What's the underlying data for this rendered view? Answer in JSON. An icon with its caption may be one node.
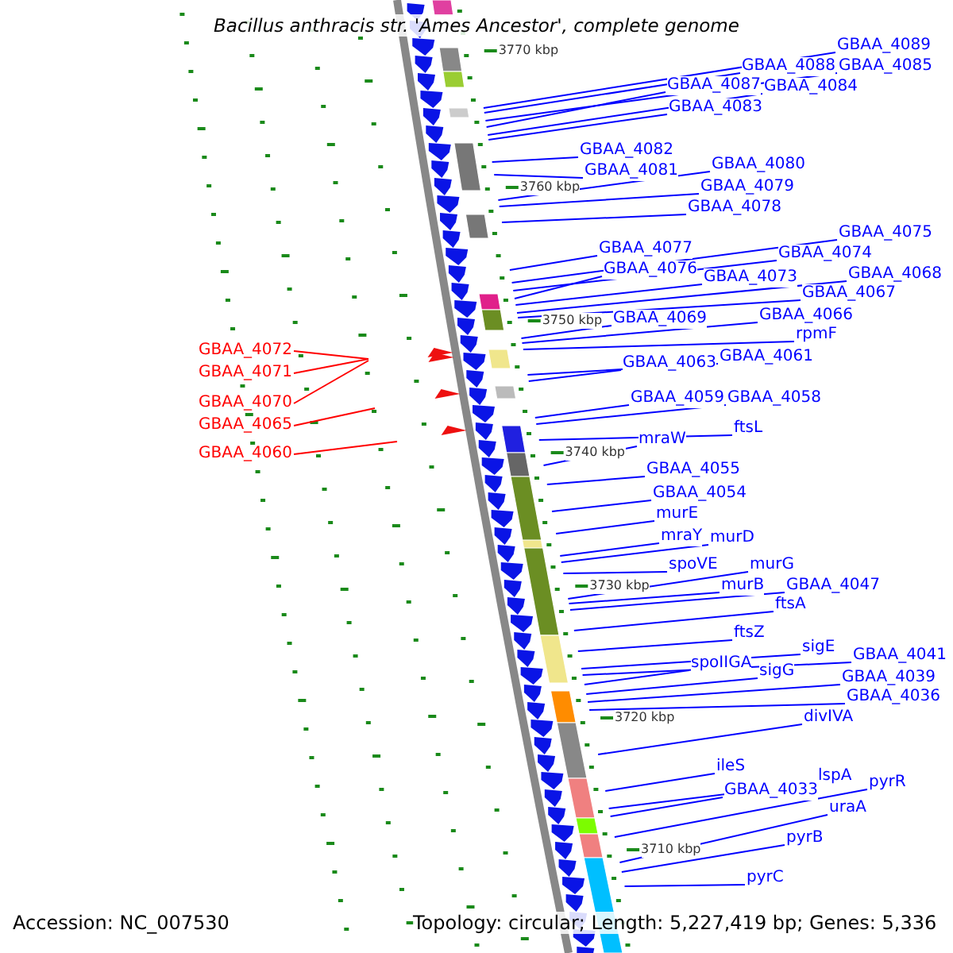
{
  "diagram": {
    "title": "Bacillus anthracis str. 'Ames Ancestor', complete genome",
    "nodes": [
      {
        "text": [
          "GBAA_4089"
        ]
      },
      {
        "text": [
          "GBAA_4088"
        ]
      },
      {
        "text": [
          "GBAA_4085"
        ]
      },
      {
        "text": [
          "GBAA_4087"
        ]
      },
      {
        "text": [
          "GBAA_4084"
        ]
      },
      {
        "text": [
          "GBAA_4083"
        ]
      },
      {
        "text": [
          "GBAA_4082"
        ]
      },
      {
        "text": [
          "GBAA_4081"
        ]
      },
      {
        "text": [
          "GBAA_4080"
        ]
      },
      {
        "text": [
          "GBAA_4079"
        ]
      },
      {
        "text": [
          "GBAA_4078"
        ]
      },
      {
        "text": [
          "GBAA_4077"
        ]
      },
      {
        "text": [
          "GBAA_4075"
        ]
      },
      {
        "text": [
          "GBAA_4074"
        ]
      },
      {
        "text": [
          "GBAA_4076"
        ]
      },
      {
        "text": [
          "GBAA_4073"
        ]
      },
      {
        "text": [
          "GBAA_4068"
        ]
      },
      {
        "text": [
          "GBAA_4067"
        ]
      },
      {
        "text": [
          "GBAA_4069"
        ]
      },
      {
        "text": [
          "GBAA_4066"
        ]
      },
      {
        "text": [
          "rpmF"
        ]
      },
      {
        "text": [
          "GBAA_4072"
        ]
      },
      {
        "text": [
          "GBAA_4061"
        ]
      },
      {
        "text": [
          "GBAA_4063"
        ]
      },
      {
        "text": [
          "GBAA_4071"
        ]
      },
      {
        "text": [
          "GBAA_4059"
        ]
      },
      {
        "text": [
          "GBAA_4058"
        ]
      },
      {
        "text": [
          "GBAA_4070"
        ]
      },
      {
        "text": [
          "GBAA_4065"
        ]
      },
      {
        "text": [
          "ftsL"
        ]
      },
      {
        "text": [
          "mraW"
        ]
      },
      {
        "text": [
          "GBAA_4060"
        ]
      },
      {
        "text": [
          "GBAA_4055"
        ]
      },
      {
        "text": [
          "GBAA_4054"
        ]
      },
      {
        "text": [
          "murE"
        ]
      },
      {
        "text": [
          "mraY"
        ]
      },
      {
        "text": [
          "murD"
        ]
      },
      {
        "text": [
          "spoVE"
        ]
      },
      {
        "text": [
          "murG"
        ]
      },
      {
        "text": [
          "murB"
        ]
      },
      {
        "text": [
          "GBAA_4047"
        ]
      },
      {
        "text": [
          "ftsA"
        ]
      },
      {
        "text": [
          "ftsZ"
        ]
      },
      {
        "text": [
          "sigE"
        ]
      },
      {
        "text": [
          "GBAA_4041"
        ]
      },
      {
        "text": [
          "spoIIGA"
        ]
      },
      {
        "text": [
          "sigG"
        ]
      },
      {
        "text": [
          "GBAA_4039"
        ]
      },
      {
        "text": [
          "GBAA_4036"
        ]
      },
      {
        "text": [
          "divIVA"
        ]
      },
      {
        "text": [
          "ileS"
        ]
      },
      {
        "text": [
          "lspA"
        ]
      },
      {
        "text": [
          "GBAA_4033"
        ]
      },
      {
        "text": [
          "pyrR"
        ]
      },
      {
        "text": [
          "uraA"
        ]
      },
      {
        "text": [
          "pyrB"
        ]
      },
      {
        "text": [
          "pyrC"
        ]
      }
    ],
    "edges": [
      {
        "from": 0,
        "to": null,
        "arrow": "none"
      },
      {
        "from": 1,
        "to": null,
        "arrow": "none"
      },
      {
        "from": 2,
        "to": null,
        "arrow": "none"
      },
      {
        "from": 3,
        "to": null,
        "arrow": "none"
      },
      {
        "from": 4,
        "to": null,
        "arrow": "none"
      },
      {
        "from": 5,
        "to": null,
        "arrow": "none"
      },
      {
        "from": 6,
        "to": null,
        "arrow": "none"
      },
      {
        "from": 7,
        "to": null,
        "arrow": "none"
      },
      {
        "from": 8,
        "to": null,
        "arrow": "none"
      },
      {
        "from": 9,
        "to": null,
        "arrow": "none"
      },
      {
        "from": 10,
        "to": null,
        "arrow": "none"
      },
      {
        "from": 11,
        "to": null,
        "arrow": "none"
      },
      {
        "from": 12,
        "to": null,
        "arrow": "none"
      },
      {
        "from": 13,
        "to": null,
        "arrow": "none"
      },
      {
        "from": 14,
        "to": null,
        "arrow": "none"
      },
      {
        "from": 15,
        "to": null,
        "arrow": "none"
      },
      {
        "from": 16,
        "to": null,
        "arrow": "none"
      },
      {
        "from": 17,
        "to": null,
        "arrow": "none"
      },
      {
        "from": 18,
        "to": null,
        "arrow": "none"
      },
      {
        "from": 19,
        "to": null,
        "arrow": "none"
      },
      {
        "from": 20,
        "to": null,
        "arrow": "none"
      },
      {
        "from": 21,
        "to": null,
        "arrow": "none",
        "color": "#ff0000"
      },
      {
        "from": 22,
        "to": null,
        "arrow": "none"
      },
      {
        "from": 23,
        "to": null,
        "arrow": "none"
      },
      {
        "from": 24,
        "to": null,
        "arrow": "none",
        "color": "#ff0000"
      },
      {
        "from": 25,
        "to": null,
        "arrow": "none"
      },
      {
        "from": 26,
        "to": null,
        "arrow": "none"
      },
      {
        "from": 27,
        "to": null,
        "arrow": "none",
        "color": "#ff0000"
      },
      {
        "from": 28,
        "to": null,
        "arrow": "none",
        "color": "#ff0000"
      },
      {
        "from": 29,
        "to": null,
        "arrow": "none"
      },
      {
        "from": 30,
        "to": null,
        "arrow": "none"
      },
      {
        "from": 31,
        "to": null,
        "arrow": "none",
        "color": "#ff0000"
      },
      {
        "from": 32,
        "to": null,
        "arrow": "none"
      },
      {
        "from": 33,
        "to": null,
        "arrow": "none"
      },
      {
        "from": 34,
        "to": null,
        "arrow": "none"
      },
      {
        "from": 35,
        "to": null,
        "arrow": "none"
      },
      {
        "from": 36,
        "to": null,
        "arrow": "none"
      },
      {
        "from": 37,
        "to": null,
        "arrow": "none"
      },
      {
        "from": 38,
        "to": null,
        "arrow": "none"
      },
      {
        "from": 39,
        "to": null,
        "arrow": "none"
      },
      {
        "from": 40,
        "to": null,
        "arrow": "none"
      },
      {
        "from": 41,
        "to": null,
        "arrow": "none"
      },
      {
        "from": 42,
        "to": null,
        "arrow": "none"
      },
      {
        "from": 43,
        "to": null,
        "arrow": "none"
      },
      {
        "from": 44,
        "to": null,
        "arrow": "none"
      },
      {
        "from": 45,
        "to": null,
        "arrow": "none"
      },
      {
        "from": 46,
        "to": null,
        "arrow": "none"
      },
      {
        "from": 47,
        "to": null,
        "arrow": "none"
      },
      {
        "from": 48,
        "to": null,
        "arrow": "none"
      },
      {
        "from": 49,
        "to": null,
        "arrow": "none"
      },
      {
        "from": 50,
        "to": null,
        "arrow": "none"
      },
      {
        "from": 51,
        "to": null,
        "arrow": "none"
      },
      {
        "from": 52,
        "to": null,
        "arrow": "none"
      },
      {
        "from": 53,
        "to": null,
        "arrow": "none"
      },
      {
        "from": 54,
        "to": null,
        "arrow": "none"
      },
      {
        "from": 55,
        "to": null,
        "arrow": "none"
      },
      {
        "from": 56,
        "to": null,
        "arrow": "none"
      }
    ],
    "labels": [
      "3770 kbp",
      "3760 kbp",
      "3750 kbp",
      "3740 kbp",
      "3730 kbp",
      "3720 kbp",
      "3710 kbp",
      "Accession: NC_007530",
      "Topology: circular; Length: 5,227,419 bp; Genes: 5,336"
    ]
  }
}
